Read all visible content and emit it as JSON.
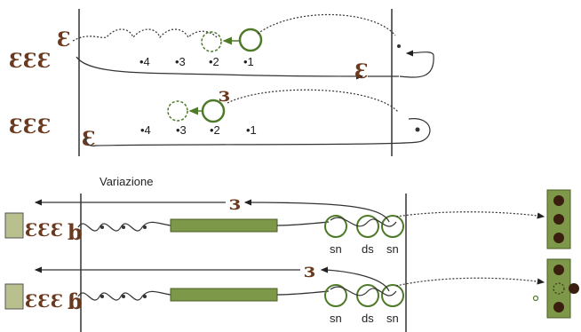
{
  "top_diagram": {
    "row1_positions": [
      "•4",
      "•3",
      "•2",
      "•1"
    ],
    "row2_positions": [
      "•4",
      "•3",
      "•2",
      "•1"
    ]
  },
  "variation": {
    "title": "Variazione",
    "row1_labels": [
      "sn",
      "ds",
      "sn"
    ],
    "row2_labels": [
      "sn",
      "ds",
      "sn"
    ]
  },
  "colors": {
    "player_brown": "#6b3a1e",
    "ball_green": "#4f7a2a",
    "mat_green": "#7c9848",
    "line": "#333333"
  },
  "icons": {
    "player_glyph": "player-figure-icon",
    "ball": "circle-marker-icon",
    "board": "target-board-icon"
  }
}
